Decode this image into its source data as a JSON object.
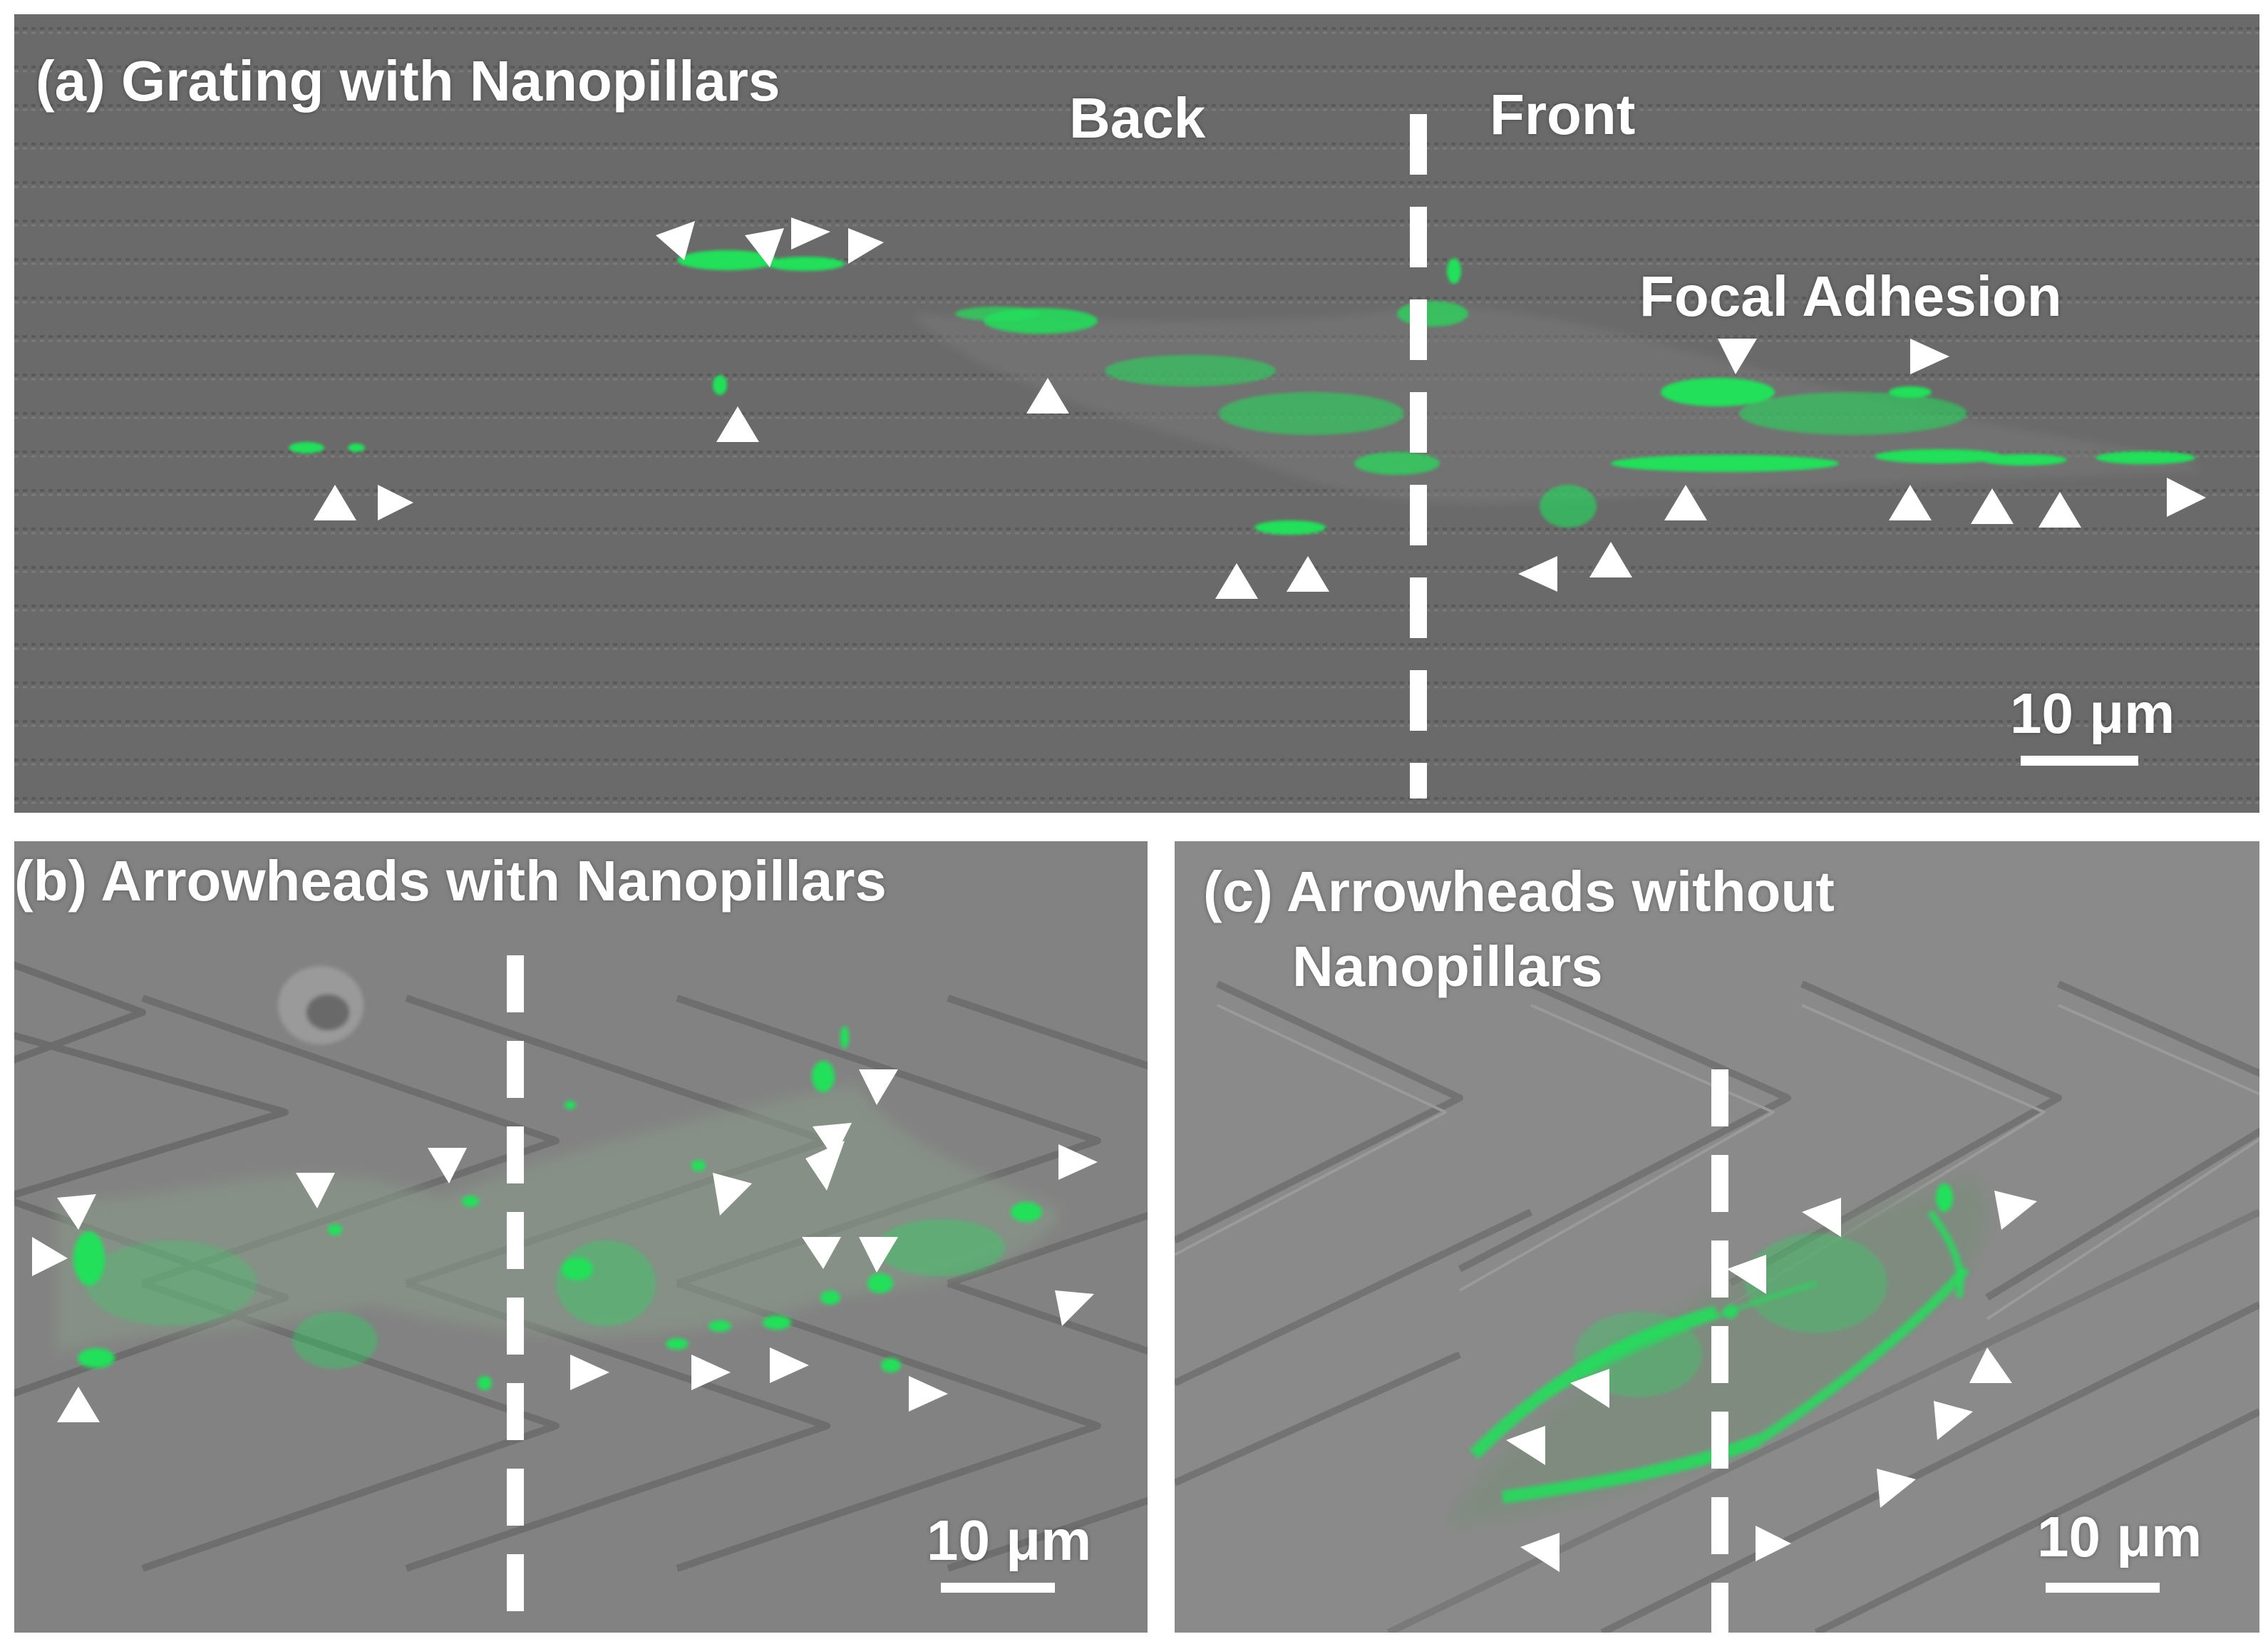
{
  "panels": {
    "a": {
      "title": "(a) Grating with Nanopillars",
      "label_back": "Back",
      "label_front": "Front",
      "label_focal": "Focal Adhesion",
      "scalebar": "10 μm"
    },
    "b": {
      "title": "(b) Arrowheads with Nanopillars",
      "scalebar": "10 μm"
    },
    "c": {
      "title_line1": "(c) Arrowheads without",
      "title_line2": "Nanopillars",
      "scalebar": "10 μm"
    }
  },
  "colors": {
    "background_gray": "#6b6b6b",
    "panel_bc_gray": "#828282",
    "fluorescence_green": "#22e05a",
    "marker_white": "#ffffff"
  }
}
